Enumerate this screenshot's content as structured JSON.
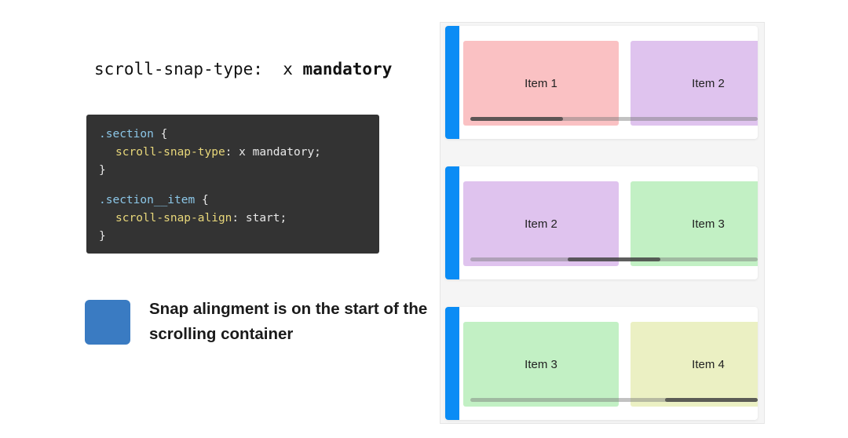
{
  "heading": {
    "prop": "scroll-snap-type:",
    "value_axis": "x",
    "value_kw": "mandatory"
  },
  "code": {
    "line1_sel": ".section",
    "line1_brace": " {",
    "line2_prop": "scroll-snap-type",
    "line2_val": ": x mandatory;",
    "line3": "}",
    "line4_sel": ".section__item",
    "line4_brace": " {",
    "line5_prop": "scroll-snap-align",
    "line5_val": ": start;",
    "line6": "}"
  },
  "legend": {
    "color": "#3a7bc2",
    "text_before": "Snap alingment is on the ",
    "text_bold": "start",
    "text_after": " of the scrolling container"
  },
  "colors": {
    "accent_bar": "#0a8cf5",
    "pink": "#fac1c3",
    "purple": "#dfc3ee",
    "green": "#c2f0c4",
    "yellow": "#ebf0c3"
  },
  "demos": [
    {
      "items": [
        {
          "label": "Item 1",
          "color": "#fac1c3"
        },
        {
          "label": "Item 2",
          "color": "#dfc3ee"
        }
      ],
      "scroll_position": 0.0
    },
    {
      "items": [
        {
          "label": "Item 2",
          "color": "#dfc3ee"
        },
        {
          "label": "Item 3",
          "color": "#c2f0c4"
        }
      ],
      "scroll_position": 0.5
    },
    {
      "items": [
        {
          "label": "Item 3",
          "color": "#c2f0c4"
        },
        {
          "label": "Item 4",
          "color": "#ebf0c3"
        }
      ],
      "scroll_position": 1.0
    }
  ]
}
